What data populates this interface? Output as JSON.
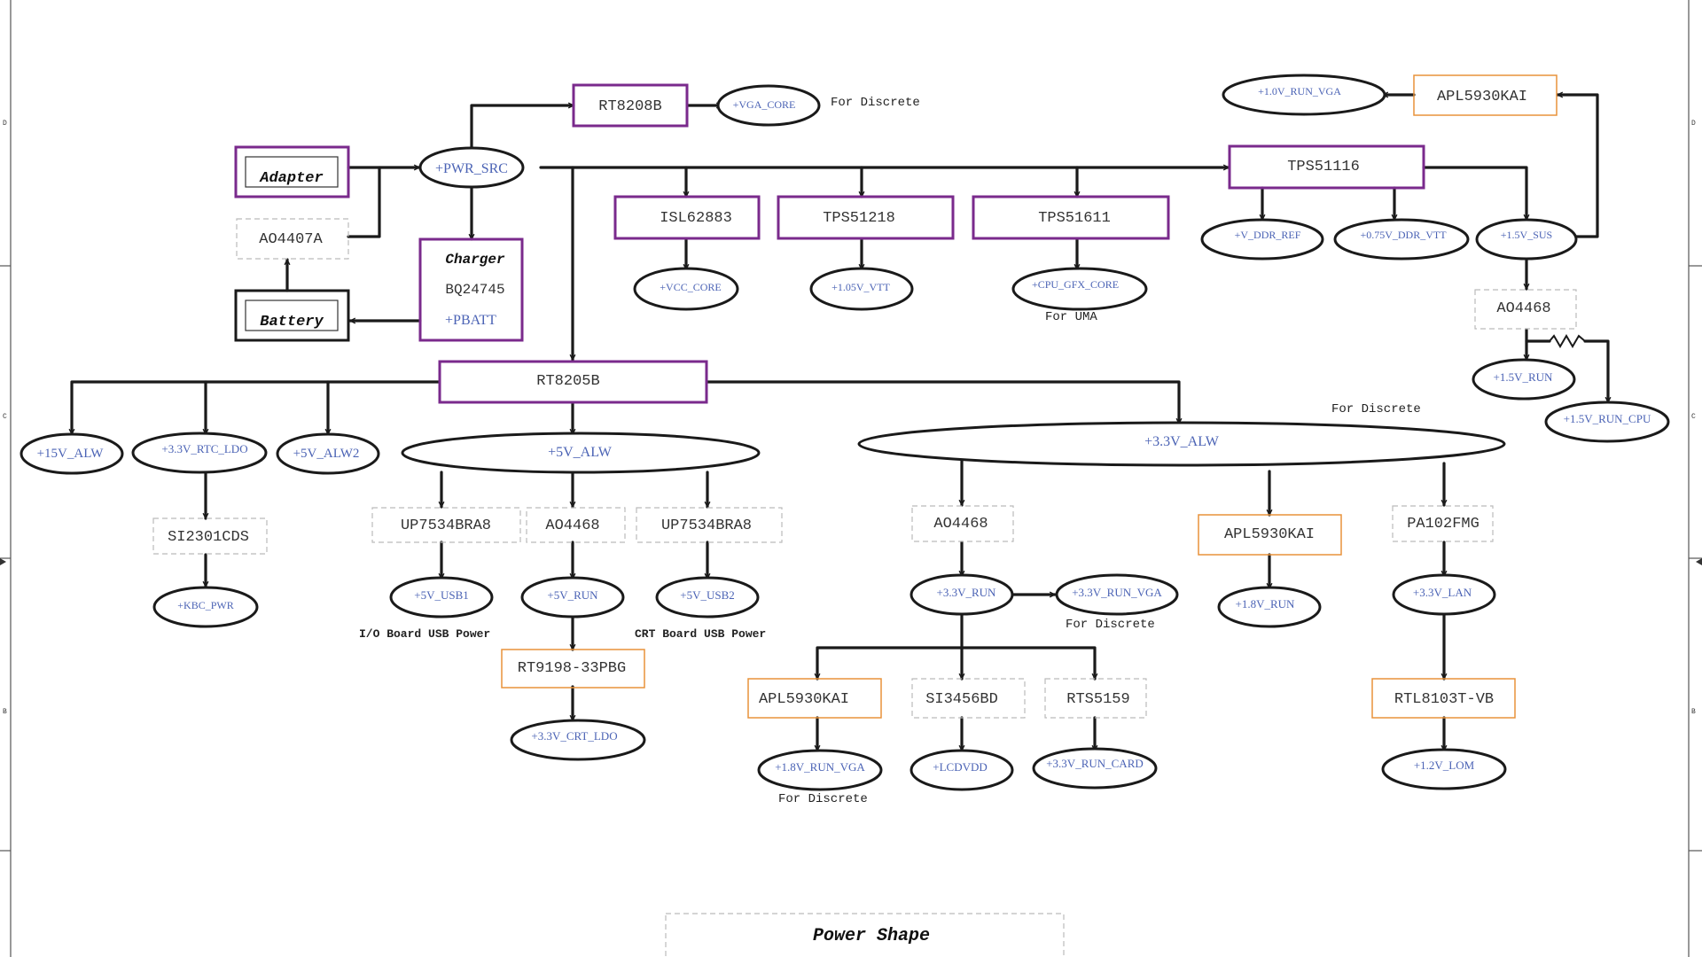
{
  "title": "Power Shape",
  "colors": {
    "purple_box": "#7a2a8c",
    "orange_box": "#e8923a",
    "dashed_box": "#bbbbbb",
    "rail_text": "#4b63b5",
    "wire": "#1a1a1a"
  },
  "frame_marks": {
    "left": [
      "D",
      "C",
      "B"
    ],
    "right": [
      "D",
      "C",
      "B"
    ]
  },
  "nodes": {
    "adapter": "Adapter",
    "battery": "Battery",
    "ao4407a": "AO4407A",
    "charger_title": "Charger",
    "charger_part": "BQ24745",
    "charger_rail": "+PBATT",
    "pwr_src": "+PWR_SRC",
    "rt8208b": "RT8208B",
    "vga_core": "+VGA_CORE",
    "isl62883": "ISL62883",
    "vcc_core": "+VCC_CORE",
    "tps51218": "TPS51218",
    "v105_vtt": "+1.05V_VTT",
    "tps51611": "TPS51611",
    "cpu_gfx_core": "+CPU_GFX_CORE",
    "tps51116": "TPS51116",
    "v_ddr_ref": "+V_DDR_REF",
    "v075_ddr_vtt": "+0.75V_DDR_VTT",
    "v15_sus": "+1.5V_SUS",
    "apl5930kai_top": "APL5930KAI",
    "v10_run_vga": "+1.0V_RUN_VGA",
    "ao4468_sus": "AO4468",
    "v15_run": "+1.5V_RUN",
    "v15_run_cpu": "+1.5V_RUN_CPU",
    "rt8205b": "RT8205B",
    "v15_alw": "+15V_ALW",
    "v33_rtc_ldo": "+3.3V_RTC_LDO",
    "v5_alw2": "+5V_ALW2",
    "si2301cds": "SI2301CDS",
    "kbc_pwr": "+KBC_PWR",
    "v5_alw": "+5V_ALW",
    "up7534bra8_a": "UP7534BRA8",
    "ao4468_5v": "AO4468",
    "up7534bra8_b": "UP7534BRA8",
    "v5_usb1": "+5V_USB1",
    "v5_run": "+5V_RUN",
    "v5_usb2": "+5V_USB2",
    "rt9198": "RT9198-33PBG",
    "v33_crt_ldo": "+3.3V_CRT_LDO",
    "v33_alw": "+3.3V_ALW",
    "ao4468_33": "AO4468",
    "v33_run": "+3.3V_RUN",
    "v33_run_vga": "+3.3V_RUN_VGA",
    "apl5930kai_mid": "APL5930KAI",
    "v18_run": "+1.8V_RUN",
    "pa102fmg": "PA102FMG",
    "v33_lan": "+3.3V_LAN",
    "rtl8103t": "RTL8103T-VB",
    "v12_lom": "+1.2V_LOM",
    "apl5930kai_low": "APL5930KAI",
    "v18_run_vga": "+1.8V_RUN_VGA",
    "si3456bd": "SI3456BD",
    "lcdvdd": "+LCDVDD",
    "rts5159": "RTS5159",
    "v33_run_card": "+3.3V_RUN_CARD"
  },
  "notes": {
    "for_discrete_vga": "For Discrete",
    "for_uma": "For UMA",
    "for_discrete_33alw": "For Discrete",
    "io_board_usb": "I/O Board USB Power",
    "crt_board_usb": "CRT Board USB Power",
    "for_discrete_run_vga": "For Discrete",
    "for_discrete_18vga": "For Discrete"
  }
}
